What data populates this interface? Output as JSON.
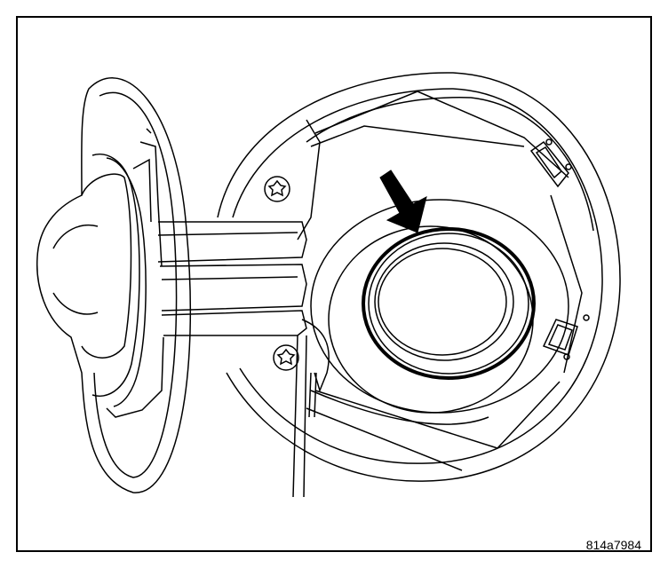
{
  "figure": {
    "id_label": "814a7984",
    "callout_arrow": "arrow-icon",
    "components": [
      "fuel-filler-door",
      "fuel-filler-housing",
      "filler-neck-seal-ring",
      "torx-screw",
      "housing-clip",
      "door-hinge-arm"
    ]
  },
  "colors": {
    "line": "#000000",
    "background": "#ffffff"
  }
}
